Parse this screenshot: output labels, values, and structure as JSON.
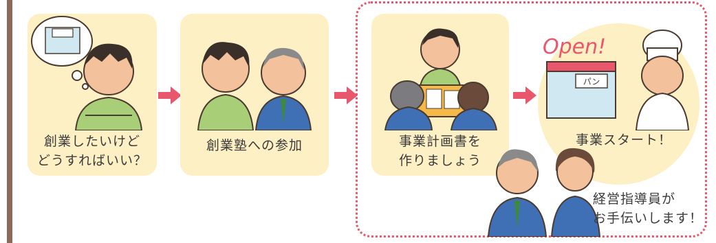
{
  "steps": [
    {
      "label": "創業したいけど\nどうすればいい？"
    },
    {
      "label": "創業塾への参加"
    },
    {
      "label": "事業計画書を\n作りましょう"
    },
    {
      "label": "事業スタート！"
    }
  ],
  "support_label": "経営指導員が\nお手伝いします！",
  "shop_sign": "パン",
  "open_text": "Open!",
  "colors": {
    "card_bg": "#fdf0c4",
    "arrow": "#e8576b",
    "dashed_border": "#e8576b",
    "side_bar": "#8b6a5c",
    "text": "#3b3b3b"
  }
}
